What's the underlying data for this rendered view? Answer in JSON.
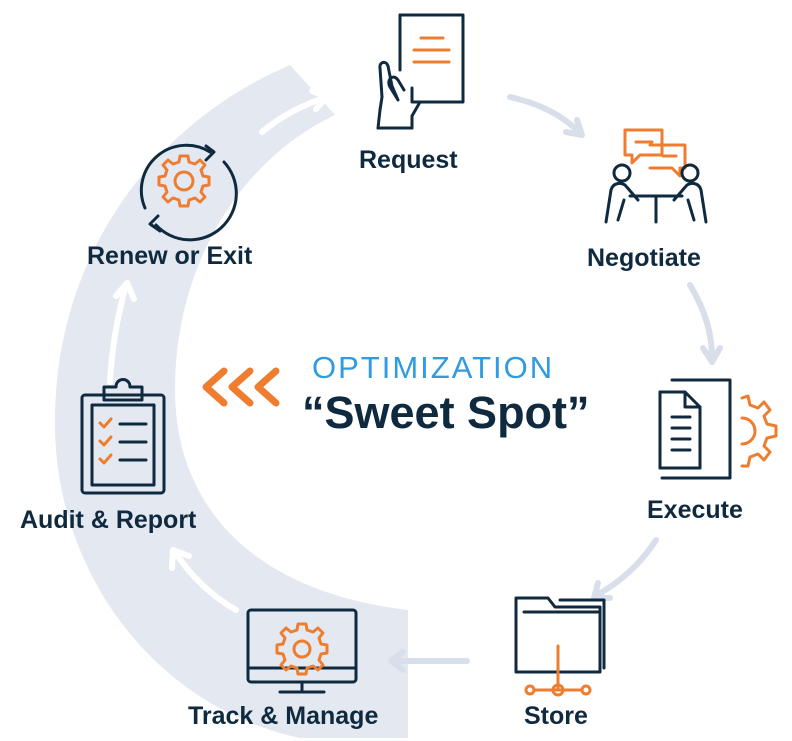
{
  "center": {
    "kicker": "OPTIMIZATION",
    "title": "“Sweet Spot”"
  },
  "steps": [
    {
      "label": "Request",
      "icon": "document-hand-icon"
    },
    {
      "label": "Negotiate",
      "icon": "meeting-chat-icon"
    },
    {
      "label": "Execute",
      "icon": "document-gear-icon"
    },
    {
      "label": "Store",
      "icon": "folder-network-icon"
    },
    {
      "label": "Track & Manage",
      "icon": "monitor-gear-icon"
    },
    {
      "label": "Audit & Report",
      "icon": "clipboard-checklist-icon"
    },
    {
      "label": "Renew or Exit",
      "icon": "gear-cycle-icon"
    }
  ],
  "colors": {
    "navy": "#0f2a3f",
    "orange": "#ee7d2f",
    "blue": "#2f9be0",
    "band": "#e3e8f1",
    "arrow": "#d8dfea"
  }
}
